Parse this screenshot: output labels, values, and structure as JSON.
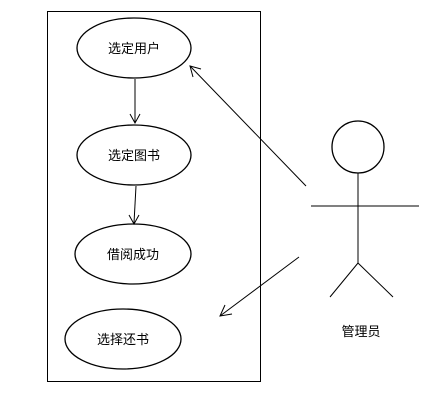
{
  "use_cases": [
    {
      "id": "select-user",
      "label": "选定用户"
    },
    {
      "id": "select-book",
      "label": "选定图书"
    },
    {
      "id": "borrow-success",
      "label": "借阅成功"
    },
    {
      "id": "select-return",
      "label": "选择还书"
    }
  ],
  "actor": {
    "label": "管理员"
  },
  "relations": [
    {
      "from": "select-user",
      "to": "select-book"
    },
    {
      "from": "select-book",
      "to": "borrow-success"
    },
    {
      "from": "actor",
      "to": "select-user"
    },
    {
      "from": "actor",
      "to": "select-return"
    }
  ]
}
